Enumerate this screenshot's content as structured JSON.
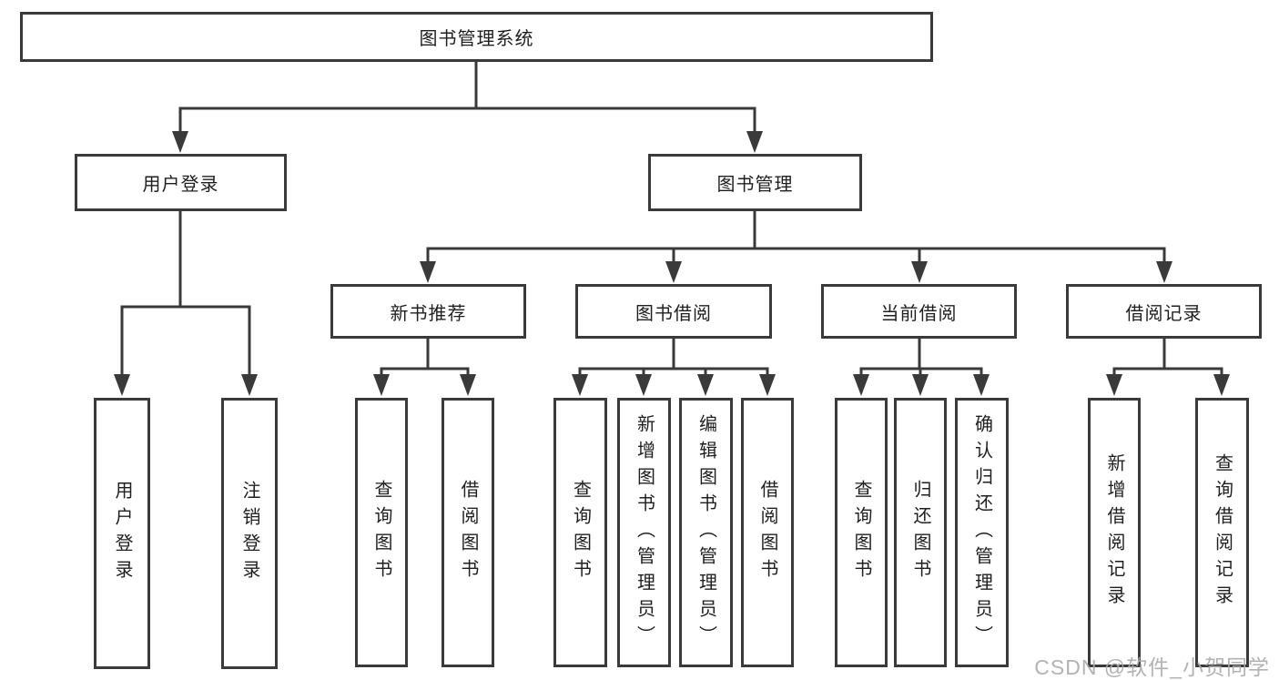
{
  "diagram": {
    "watermark": "CSDN @软件_小贺同学",
    "colors": {
      "line": "#3a3a3a",
      "box_border": "#3a3a3a",
      "box_fill": "#ffffff",
      "text": "#1f1f1f",
      "watermark": "#aaaaaa",
      "background": "#ffffff"
    },
    "tree": {
      "label": "图书管理系统",
      "children": [
        {
          "label": "用户登录",
          "children": [
            {
              "label": "用户登录"
            },
            {
              "label": "注销登录"
            }
          ]
        },
        {
          "label": "图书管理",
          "children": [
            {
              "label": "新书推荐",
              "children": [
                {
                  "label": "查询图书"
                },
                {
                  "label": "借阅图书"
                }
              ]
            },
            {
              "label": "图书借阅",
              "children": [
                {
                  "label": "查询图书"
                },
                {
                  "label": "新增图书（管理员）"
                },
                {
                  "label": "编辑图书（管理员）"
                },
                {
                  "label": "借阅图书"
                }
              ]
            },
            {
              "label": "当前借阅",
              "children": [
                {
                  "label": "查询图书"
                },
                {
                  "label": "归还图书"
                },
                {
                  "label": "确认归还（管理员）"
                }
              ]
            },
            {
              "label": "借阅记录",
              "children": [
                {
                  "label": "新增借阅记录"
                },
                {
                  "label": "查询借阅记录"
                }
              ]
            }
          ]
        }
      ]
    }
  }
}
